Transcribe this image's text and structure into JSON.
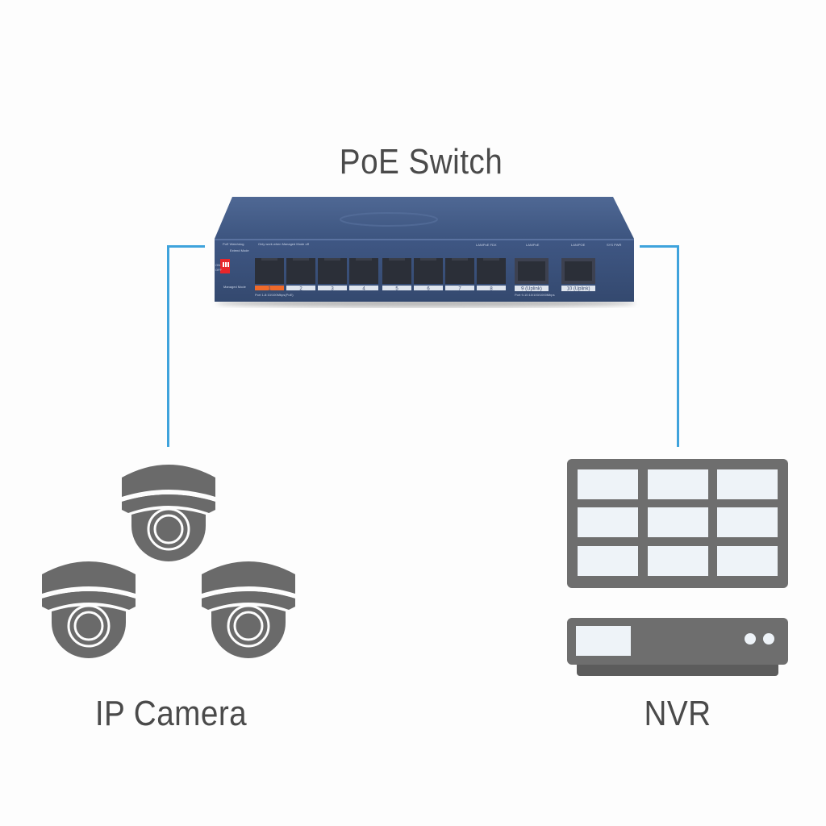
{
  "diagram": {
    "title": "PoE Switch",
    "nodes": {
      "switch": {
        "label": "PoE Switch",
        "ports": [
          "1",
          "2",
          "3",
          "4",
          "5",
          "6",
          "7",
          "8"
        ],
        "uplinks": [
          "9 (Uplink)",
          "10 (Uplink)"
        ],
        "highlight_port": "1",
        "body_color": "#3d5580",
        "dip_switch_color": "#e8262a",
        "port1_color": "#ef6a2a"
      },
      "cameras": {
        "label": "IP Camera",
        "count": 3,
        "icon": "dome-camera-icon",
        "color": "#6a6a6a"
      },
      "nvr": {
        "label": "NVR",
        "icon": "monitor-grid-icon",
        "grid": "3x3",
        "color": "#6e6e6e"
      }
    },
    "connections": [
      {
        "from": "switch",
        "to": "cameras",
        "color": "#3fa3dc"
      },
      {
        "from": "switch",
        "to": "nvr",
        "color": "#3fa3dc"
      }
    ]
  }
}
